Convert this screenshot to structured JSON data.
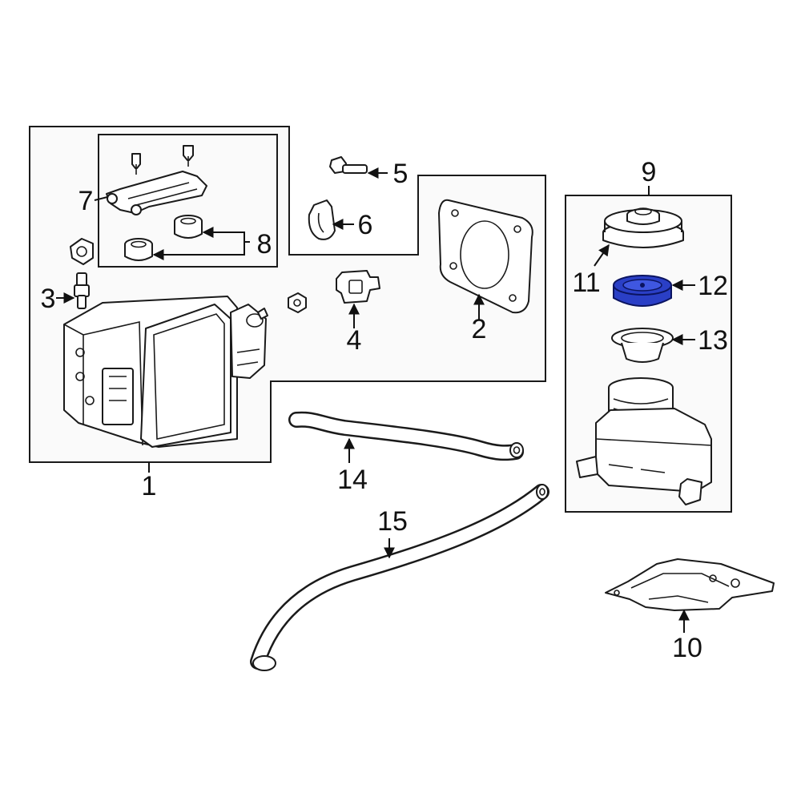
{
  "callouts": {
    "c1": "1",
    "c2": "2",
    "c3": "3",
    "c4": "4",
    "c5": "5",
    "c6": "6",
    "c7": "7",
    "c8": "8",
    "c9": "9",
    "c10": "10",
    "c11": "11",
    "c12": "12",
    "c13": "13",
    "c14": "14",
    "c15": "15"
  },
  "highlight_color": "#2a3fc6",
  "highlighted_part": "12"
}
